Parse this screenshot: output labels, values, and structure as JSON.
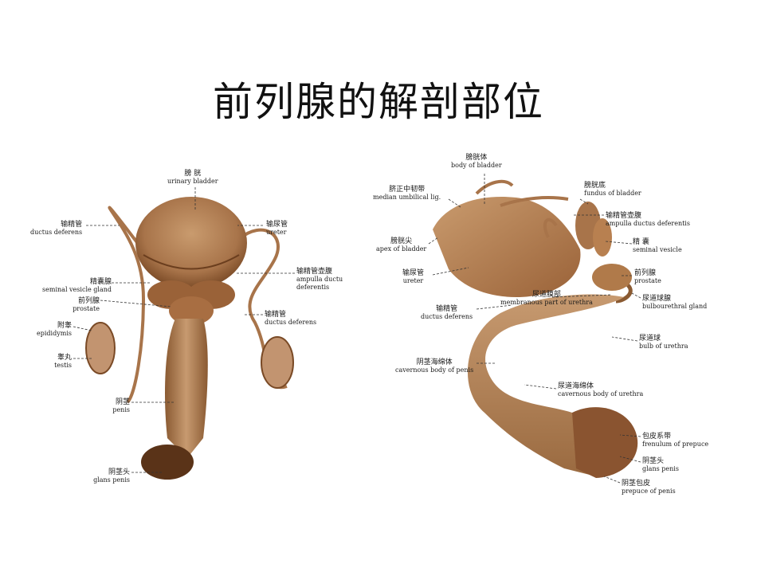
{
  "title": "前列腺的解剖部位",
  "left_labels": [
    {
      "cn": "膀 胱",
      "en": "urinary bladder"
    },
    {
      "cn": "输精管",
      "en": "ductus deferens"
    },
    {
      "cn": "输尿管",
      "en": "ureter"
    },
    {
      "cn": "输精管壶腹",
      "en": "ampulla ductu deferentis"
    },
    {
      "cn": "精囊腺",
      "en": "seminal vesicle gland"
    },
    {
      "cn": "前列腺",
      "en": "prostate"
    },
    {
      "cn": "输精管",
      "en": "ductus deferens"
    },
    {
      "cn": "附睾",
      "en": "epididymis"
    },
    {
      "cn": "睾丸",
      "en": "testis"
    },
    {
      "cn": "阴茎",
      "en": "penis"
    },
    {
      "cn": "阴茎头",
      "en": "glans penis"
    }
  ],
  "right_labels": [
    {
      "cn": "膀胱体",
      "en": "body of bladder"
    },
    {
      "cn": "脐正中韧带",
      "en": "median umbilical lig."
    },
    {
      "cn": "膀胱底",
      "en": "fundus of bladder"
    },
    {
      "cn": "输精管壶腹",
      "en": "ampulla ductus deferentis"
    },
    {
      "cn": "膀胱尖",
      "en": "apex of bladder"
    },
    {
      "cn": "精 囊",
      "en": "seminal vesicle"
    },
    {
      "cn": "输尿管",
      "en": "ureter"
    },
    {
      "cn": "前列腺",
      "en": "prostate"
    },
    {
      "cn": "尿道膜部",
      "en": "membranous part of urethra"
    },
    {
      "cn": "尿道球腺",
      "en": "bulbourethral gland"
    },
    {
      "cn": "输精管",
      "en": "ductus deferens"
    },
    {
      "cn": "尿道球",
      "en": "bulb of urethra"
    },
    {
      "cn": "阴茎海绵体",
      "en": "cavernous body of penis"
    },
    {
      "cn": "尿道海绵体",
      "en": "cavernous body of urethra"
    },
    {
      "cn": "包皮系带",
      "en": "frenulum of prepuce"
    },
    {
      "cn": "阴茎头",
      "en": "glans penis"
    },
    {
      "cn": "阴茎包皮",
      "en": "prepuce of penis"
    }
  ],
  "colors": {
    "tissue_light": "#c99b6e",
    "tissue_mid": "#b07a4a",
    "tissue_dark": "#7a4a26",
    "leader_line": "#333333"
  }
}
